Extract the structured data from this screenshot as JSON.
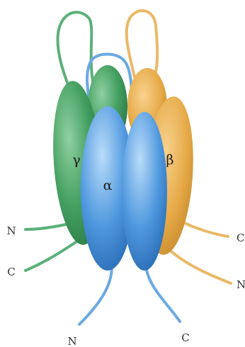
{
  "subunits": [
    {
      "id": "gamma",
      "label": "γ",
      "color": "#3f9a5c"
    },
    {
      "id": "alpha",
      "label": "α",
      "color": "#3d86cf"
    },
    {
      "id": "beta",
      "label": "β",
      "color": "#e0a33c"
    }
  ],
  "termini": {
    "gamma_n": "N",
    "gamma_c": "C",
    "alpha_n": "N",
    "alpha_c": "C",
    "beta_c": "C",
    "beta_n": "N"
  }
}
